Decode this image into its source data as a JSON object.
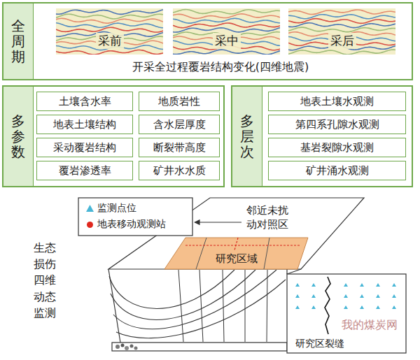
{
  "diagram": {
    "nodes": [
      {
        "text": [
          "全周期",
          "开采全过程覆岩结构变化(四维地震)"
        ]
      },
      {
        "text": [
          "采前"
        ],
        "in": 0
      },
      {
        "text": [
          "采中"
        ],
        "in": 0
      },
      {
        "text": [
          "采后"
        ],
        "in": 0
      },
      {
        "text": [
          "多参数"
        ]
      },
      {
        "text": [
          "土壤含水率"
        ],
        "in": 4
      },
      {
        "text": [
          "地质岩性"
        ],
        "in": 4
      },
      {
        "text": [
          "地表土壤结构"
        ],
        "in": 4
      },
      {
        "text": [
          "含水层厚度"
        ],
        "in": 4
      },
      {
        "text": [
          "采动覆岩结构"
        ],
        "in": 4
      },
      {
        "text": [
          "断裂带高度"
        ],
        "in": 4
      },
      {
        "text": [
          "覆岩渗透率"
        ],
        "in": 4
      },
      {
        "text": [
          "矿井水水质"
        ],
        "in": 4
      },
      {
        "text": [
          "多层次"
        ]
      },
      {
        "text": [
          "地表土壤水观测"
        ],
        "in": 13
      },
      {
        "text": [
          "第四系孔隙水观测"
        ],
        "in": 13
      },
      {
        "text": [
          "基岩裂隙水观测"
        ],
        "in": 13
      },
      {
        "text": [
          "矿井涌水观测"
        ],
        "in": 13
      },
      {
        "text": [
          "研究区域"
        ]
      },
      {
        "text": [
          "研究区裂缝"
        ]
      }
    ],
    "labels": [
      "邻近未扰动对照区",
      "生态损伤四维动态监测",
      "我的煤炭网"
    ],
    "legend": [
      {
        "text": "监测点位"
      },
      {
        "text": "地表移动观测站",
        "color": "#e0281e"
      }
    ]
  }
}
